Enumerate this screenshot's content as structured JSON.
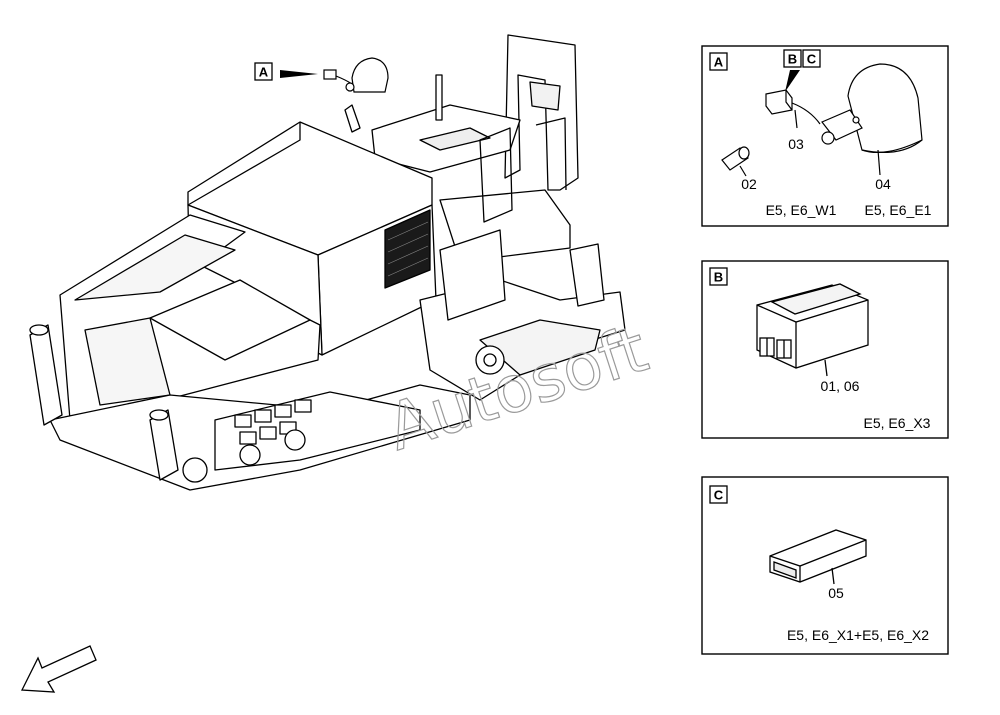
{
  "watermark": "Autosoft",
  "main_view": {
    "callout": "A"
  },
  "panels": {
    "A": {
      "tag": "A",
      "sub_tags": [
        "B",
        "C"
      ],
      "parts": [
        "03",
        "02",
        "04"
      ],
      "refs": [
        "E5, E6_W1",
        "E5, E6_E1"
      ]
    },
    "B": {
      "tag": "B",
      "part": "01, 06",
      "ref": "E5, E6_X3"
    },
    "C": {
      "tag": "C",
      "part": "05",
      "ref": "E5, E6_X1+E5, E6_X2"
    }
  },
  "icons": {
    "direction_arrow": "direction-arrow-icon"
  }
}
